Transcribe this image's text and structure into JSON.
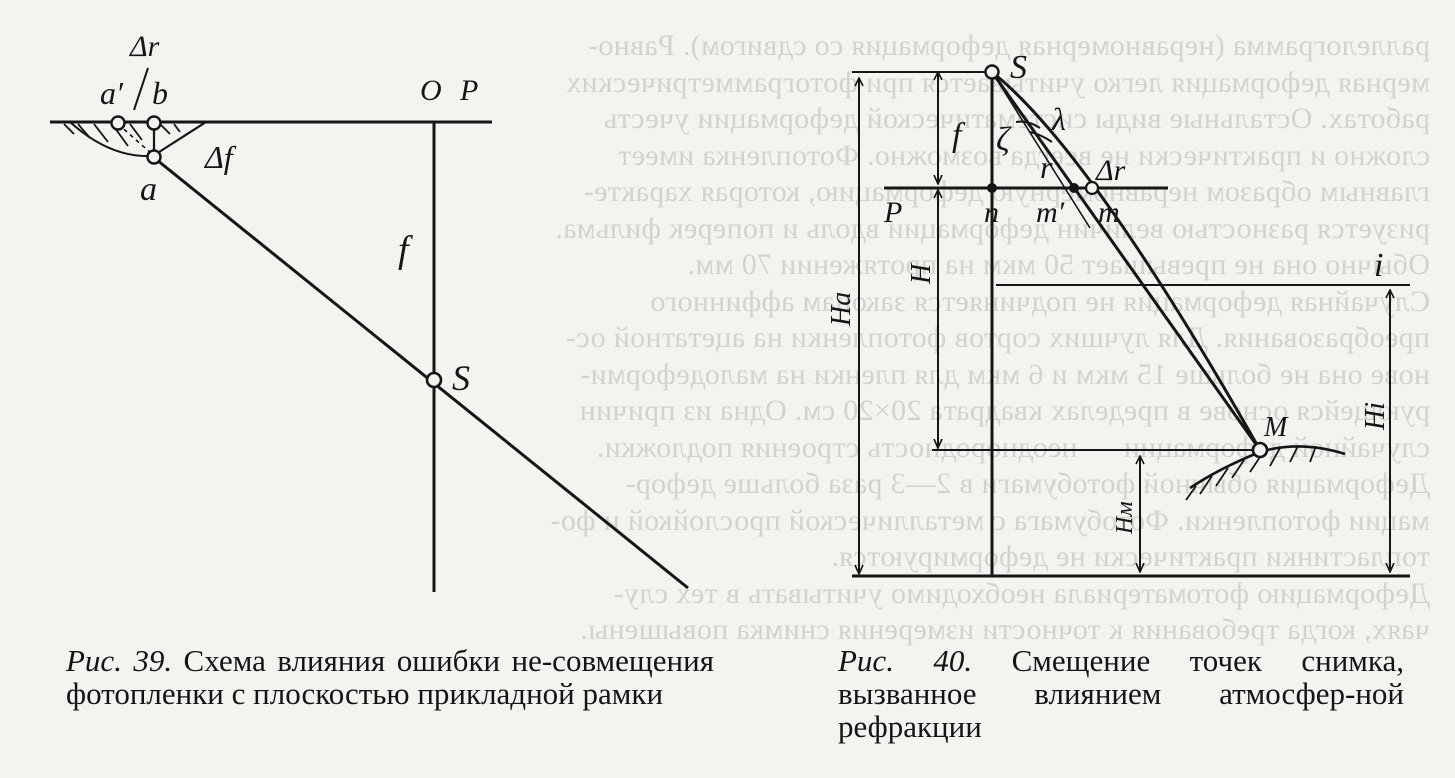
{
  "background_text": [
    "раллелограмма (неравномерная деформация со сдвигом). Равно-",
    "мерная деформация легко учитывается при фотограмметрических",
    "работах. Остальные виды систематической деформации учесть",
    "сложно и практически не всегда возможно. Фотопленка имеет",
    "главным образом неравномерную деформацию, которая характе-",
    "ризуется разностью величин деформации вдоль и поперек фильма.",
    "Обычно она не превышает 50 мкм на протяжении 70 мм.",
    "Случайная деформация не подчиняется законам аффинного",
    "преобразования. Для лучших сортов фотопленки на ацетатной ос-",
    "нове она не больше 15 мкм и 6 мкм для пленки на малодеформи-",
    "рующейся основе в пределах квадрата 20×20 см. Одна из причин",
    "случайной деформации — неоднородность строения подложки.",
    "Деформация обычной фотобумаги в 2—3 раза больше дефор-",
    "мации фотопленки. Фотобумага с металлической прослойкой и фо-",
    "топластинки практически не деформируются.",
    "Деформацию фотоматериала необходимо учитывать в тех слу-",
    "чаях, когда требования к точности измерения снимка повышены."
  ],
  "figure39": {
    "labels": {
      "delta_r": "Δr",
      "a_prime": "a′",
      "b": "b",
      "o": "O",
      "p": "P",
      "delta_f": "Δf",
      "a": "a",
      "f": "f",
      "s": "S"
    },
    "caption": {
      "number": "Рис. 39.",
      "text": "Схема влияния ошибки не-совмещения фотопленки с плоскостью прикладной рамки"
    }
  },
  "figure40": {
    "labels": {
      "s": "S",
      "f": "f",
      "zeta": "ζ",
      "lambda": "λ",
      "r": "r",
      "delta_r": "Δr",
      "p": "P",
      "n": "n",
      "m_prime": "m′",
      "m": "m",
      "i": "i",
      "h": "H",
      "ha": "Ha",
      "hi": "Hi",
      "hm": "Hм",
      "m_point": "M"
    },
    "caption": {
      "number": "Рис. 40.",
      "text": "Смещение точек снимка, вызванное влиянием атмосфер-ной рефракции"
    }
  },
  "colors": {
    "ink": "#151515",
    "paper": "#f4f3f0",
    "bleed": "#b9b8b4"
  }
}
